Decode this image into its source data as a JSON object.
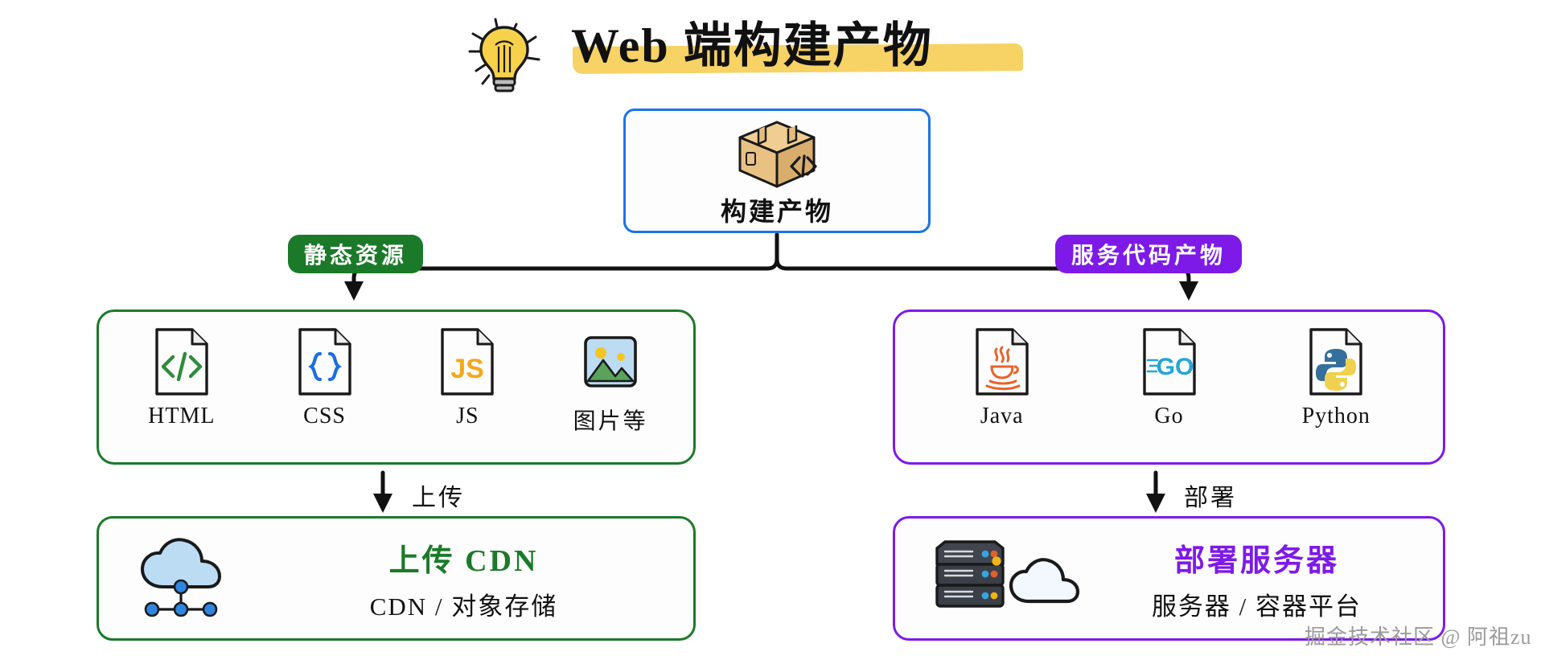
{
  "title": {
    "text": "Web 端构建产物",
    "highlight_color": "#f7d264",
    "bulb_icon": "lightbulb-icon"
  },
  "root": {
    "label": "构建产物",
    "icon": "package-box-code-icon",
    "border_color": "#1a73e8"
  },
  "branches": [
    {
      "id": "static",
      "badge": "静态资源",
      "accent": "#1b7a29",
      "items": [
        {
          "label": "HTML",
          "icon": "file-html-icon"
        },
        {
          "label": "CSS",
          "icon": "file-css-icon"
        },
        {
          "label": "JS",
          "icon": "file-js-icon"
        },
        {
          "label": "图片等",
          "icon": "image-file-icon"
        }
      ],
      "edge_label": "上传",
      "result": {
        "title": "上传 CDN",
        "subtitle": "CDN / 对象存储",
        "icon": "cloud-cdn-network-icon"
      }
    },
    {
      "id": "service",
      "badge": "服务代码产物",
      "accent": "#7d1ae8",
      "items": [
        {
          "label": "Java",
          "icon": "file-java-icon"
        },
        {
          "label": "Go",
          "icon": "file-go-icon"
        },
        {
          "label": "Python",
          "icon": "file-python-icon"
        }
      ],
      "edge_label": "部署",
      "result": {
        "title": "部署服务器",
        "subtitle": "服务器 / 容器平台",
        "icon": "server-rack-cloud-icon"
      }
    }
  ],
  "watermark": "掘金技术社区 @ 阿祖zu"
}
